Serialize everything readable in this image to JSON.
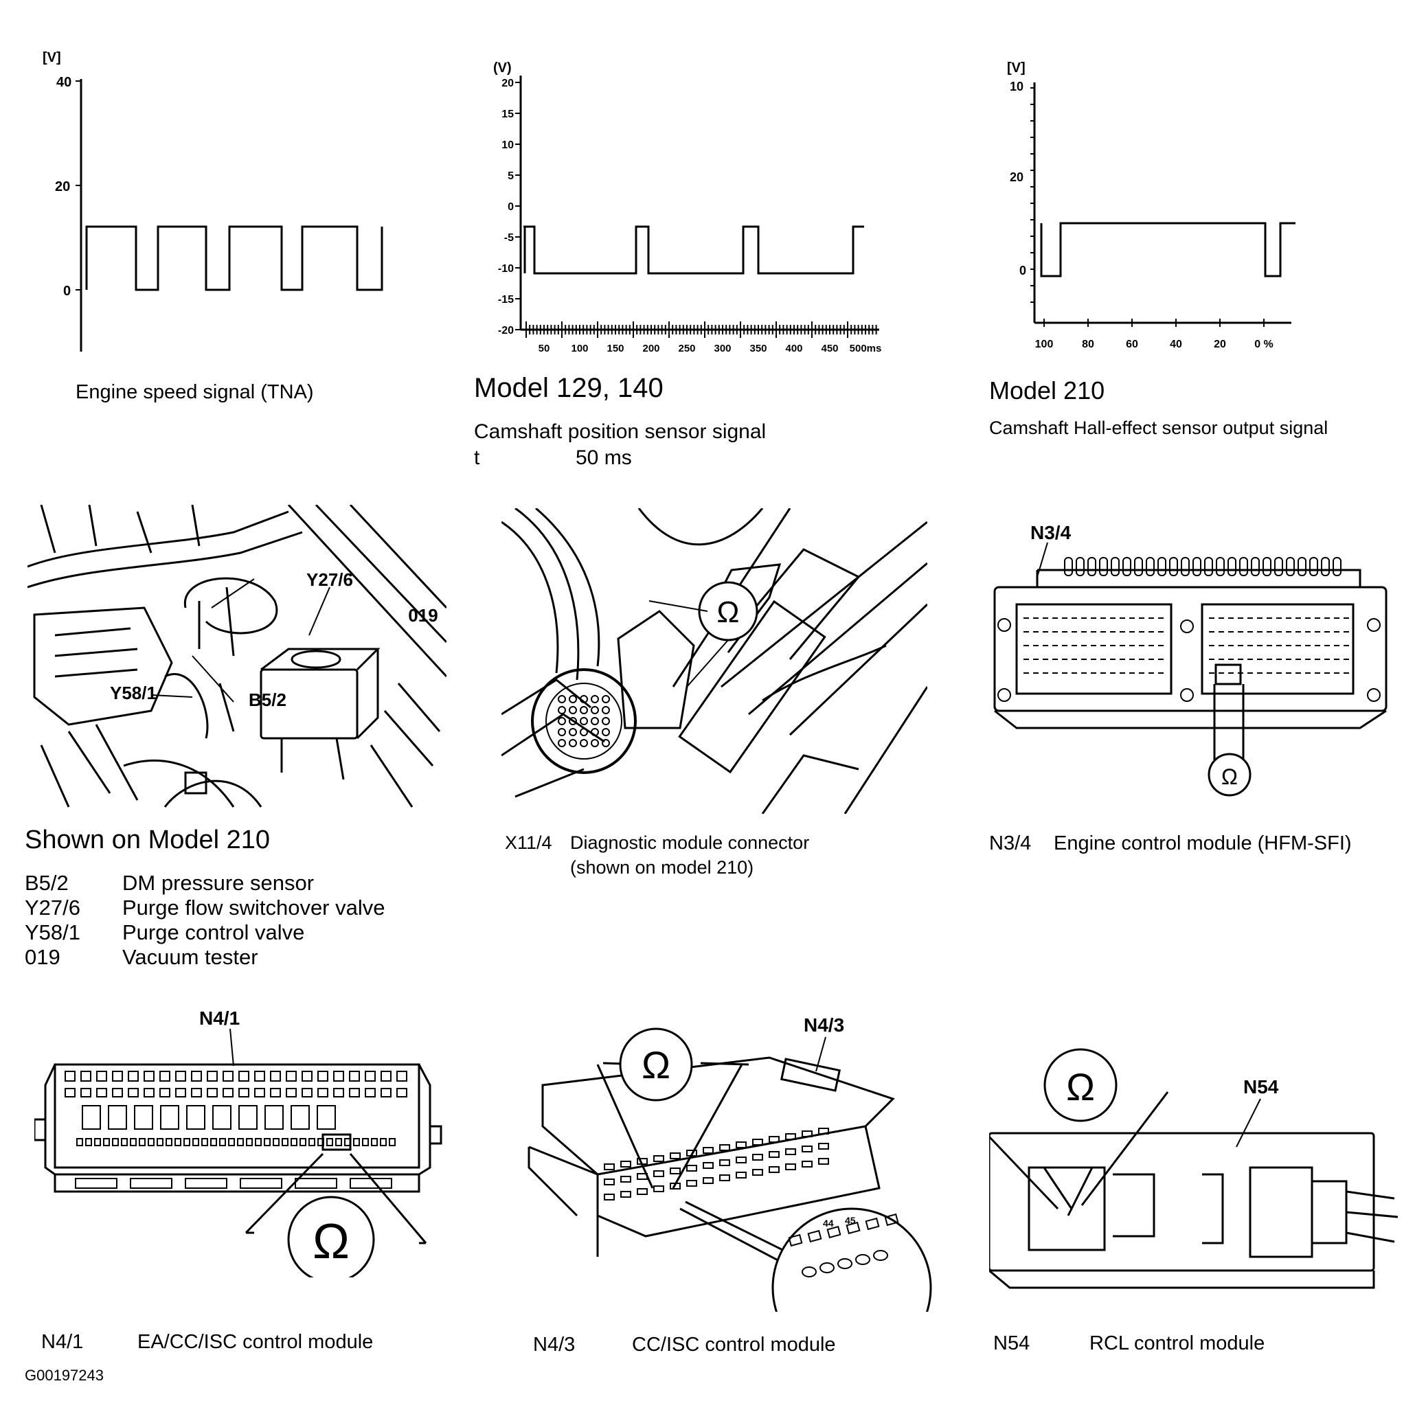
{
  "panel1": {
    "unit": "[V]",
    "ticks": [
      "40",
      "20",
      "0"
    ],
    "caption": "Engine speed signal (TNA)"
  },
  "panel2": {
    "unit": "(V)",
    "ticks": [
      "20",
      "15",
      "10",
      "5",
      "0",
      "-5",
      "-10",
      "-15",
      "-20"
    ],
    "xticks": [
      "50",
      "100",
      "150",
      "200",
      "250",
      "300",
      "350",
      "400",
      "450",
      "500ms"
    ],
    "title": "Model 129, 140",
    "caption": "Camshaft position sensor signal",
    "time_label": "t",
    "time_value": "50 ms"
  },
  "panel3": {
    "unit": "[V]",
    "ticks": [
      "10",
      "20",
      "0"
    ],
    "xticks": [
      "100",
      "80",
      "60",
      "40",
      "20",
      "0 %"
    ],
    "title": "Model 210",
    "caption": "Camshaft Hall-effect sensor output signal"
  },
  "panel4": {
    "callouts": [
      "Y27/6",
      "019",
      "Y58/1",
      "B5/2"
    ],
    "title": "Shown on Model 210",
    "legend": [
      {
        "code": "B5/2",
        "desc": "DM pressure sensor"
      },
      {
        "code": "Y27/6",
        "desc": "Purge flow switchover valve"
      },
      {
        "code": "Y58/1",
        "desc": "Purge control valve"
      },
      {
        "code": "019",
        "desc": "Vacuum tester"
      }
    ]
  },
  "panel5": {
    "symbol": "Ω",
    "code": "X11/4",
    "caption": "Diagnostic module connector",
    "caption2": "(shown on model 210)"
  },
  "panel6": {
    "label": "N3/4",
    "symbol": "Ω",
    "code": "N3/4",
    "caption": "Engine control module (HFM-SFI)"
  },
  "panel7": {
    "label": "N4/1",
    "symbol": "Ω",
    "code": "N4/1",
    "caption": "EA/CC/ISC control module"
  },
  "panel8": {
    "label": "N4/3",
    "symbol": "Ω",
    "pins": [
      "44",
      "45"
    ],
    "code": "N4/3",
    "caption": "CC/ISC control module"
  },
  "panel9": {
    "label": "N54",
    "symbol": "Ω",
    "code": "N54",
    "caption": "RCL control module"
  },
  "figure_id": "G00197243"
}
